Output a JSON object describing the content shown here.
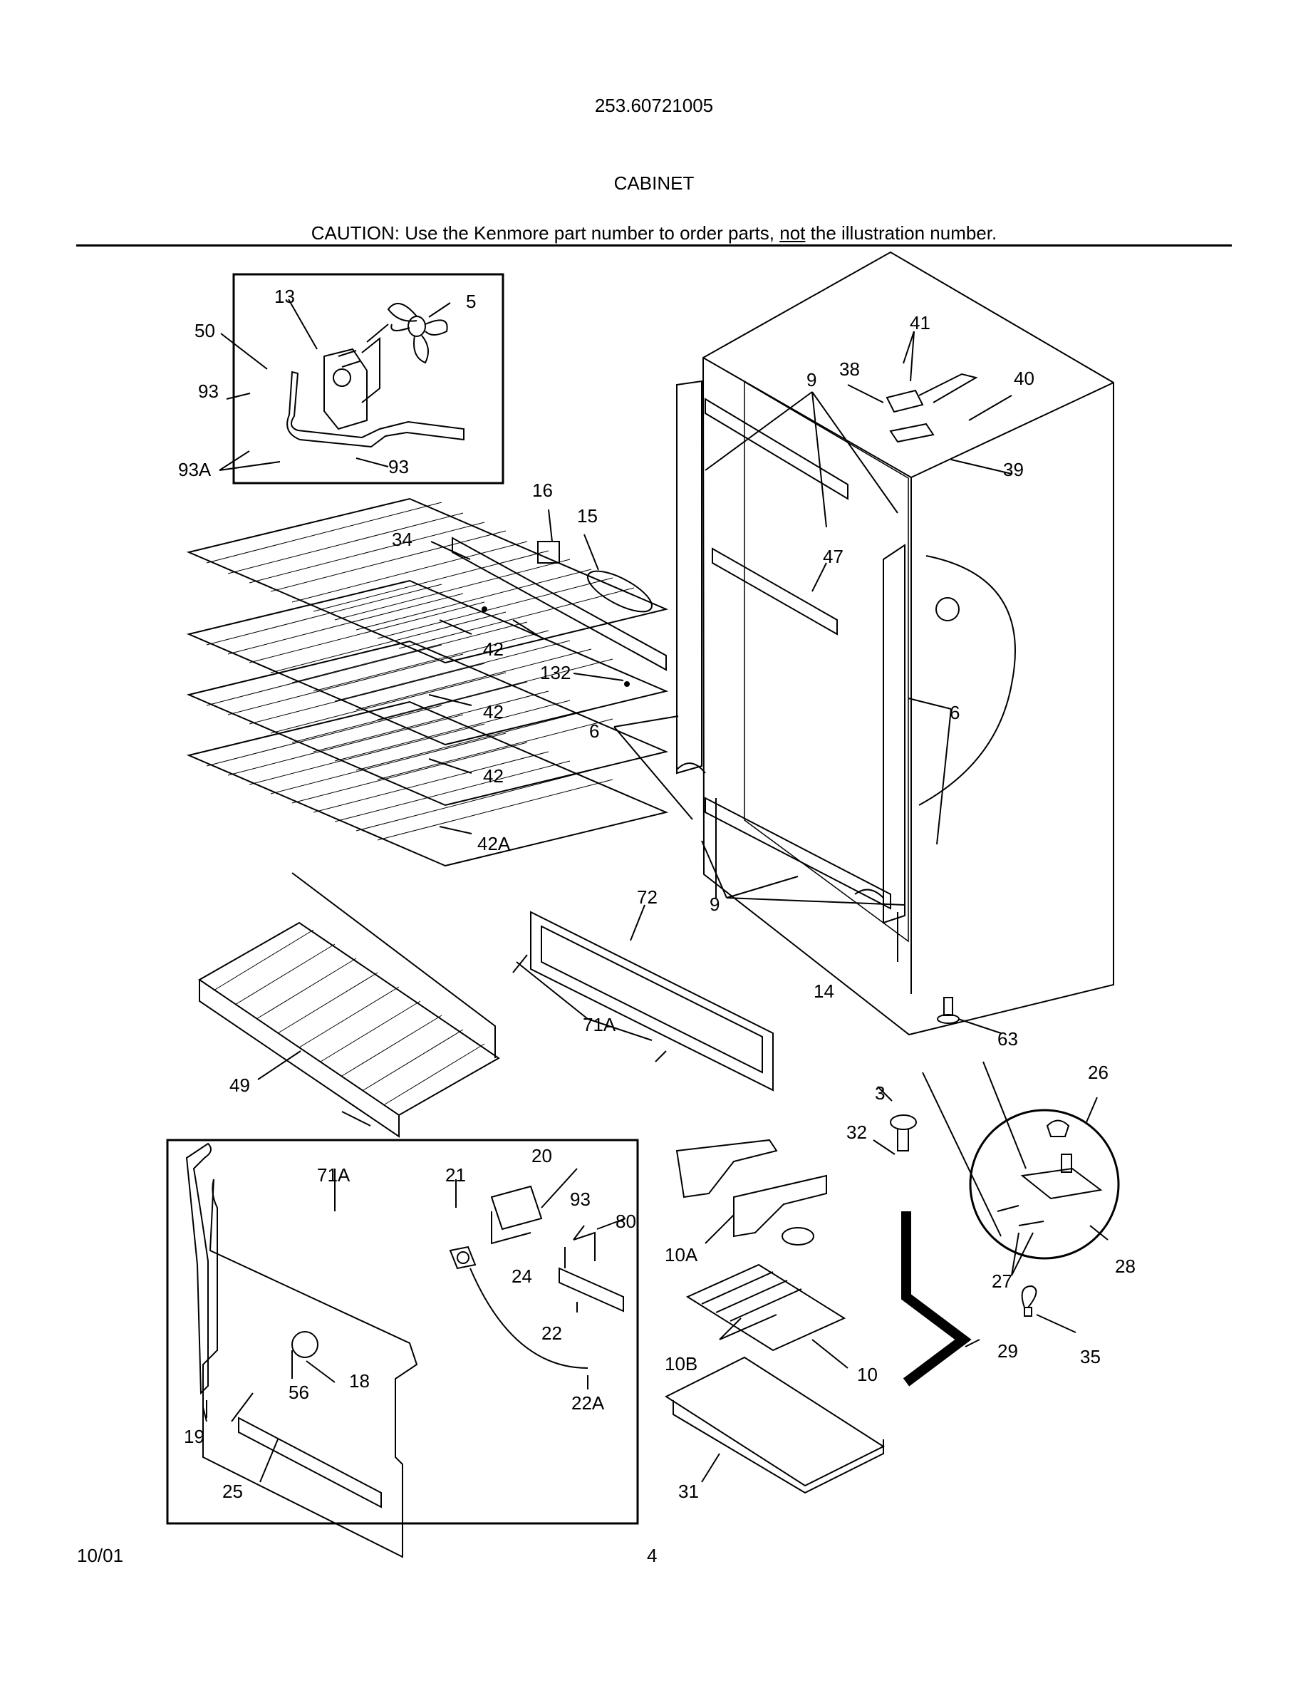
{
  "header": {
    "model_number": "253.60721005",
    "section_title": "CABINET",
    "caution_prefix": "CAUTION: Use the Kenmore part number to order parts, ",
    "caution_emphasis": "not",
    "caution_suffix": " the illustration number."
  },
  "footer": {
    "date": "10/01",
    "page_number": "4"
  },
  "callouts": [
    {
      "id": "c13",
      "label": "13"
    },
    {
      "id": "c5",
      "label": "5"
    },
    {
      "id": "c50",
      "label": "50"
    },
    {
      "id": "c93a",
      "label": "93"
    },
    {
      "id": "c93A1",
      "label": "93A"
    },
    {
      "id": "c93b",
      "label": "93"
    },
    {
      "id": "c41",
      "label": "41"
    },
    {
      "id": "c38",
      "label": "38"
    },
    {
      "id": "c9a",
      "label": "9"
    },
    {
      "id": "c40",
      "label": "40"
    },
    {
      "id": "c39",
      "label": "39"
    },
    {
      "id": "c16",
      "label": "16"
    },
    {
      "id": "c15",
      "label": "15"
    },
    {
      "id": "c34",
      "label": "34"
    },
    {
      "id": "c47",
      "label": "47"
    },
    {
      "id": "c42a",
      "label": "42"
    },
    {
      "id": "c132",
      "label": "132"
    },
    {
      "id": "c42b",
      "label": "42"
    },
    {
      "id": "c6a",
      "label": "6"
    },
    {
      "id": "c6b",
      "label": "6"
    },
    {
      "id": "c42c",
      "label": "42"
    },
    {
      "id": "c42A",
      "label": "42A"
    },
    {
      "id": "c72",
      "label": "72"
    },
    {
      "id": "c9b",
      "label": "9"
    },
    {
      "id": "c14",
      "label": "14"
    },
    {
      "id": "c63",
      "label": "63"
    },
    {
      "id": "c71Aa",
      "label": "71A"
    },
    {
      "id": "c49",
      "label": "49"
    },
    {
      "id": "c26",
      "label": "26"
    },
    {
      "id": "c3",
      "label": "3"
    },
    {
      "id": "c32",
      "label": "32"
    },
    {
      "id": "c71Ab",
      "label": "71A"
    },
    {
      "id": "c21",
      "label": "21"
    },
    {
      "id": "c20",
      "label": "20"
    },
    {
      "id": "c93c",
      "label": "93"
    },
    {
      "id": "c80",
      "label": "80"
    },
    {
      "id": "c10A",
      "label": "10A"
    },
    {
      "id": "c24",
      "label": "24"
    },
    {
      "id": "c28",
      "label": "28"
    },
    {
      "id": "c27",
      "label": "27"
    },
    {
      "id": "c22",
      "label": "22"
    },
    {
      "id": "c29",
      "label": "29"
    },
    {
      "id": "c35",
      "label": "35"
    },
    {
      "id": "c10B",
      "label": "10B"
    },
    {
      "id": "c10",
      "label": "10"
    },
    {
      "id": "c18",
      "label": "18"
    },
    {
      "id": "c56",
      "label": "56"
    },
    {
      "id": "c22A",
      "label": "22A"
    },
    {
      "id": "c19",
      "label": "19"
    },
    {
      "id": "c25",
      "label": "25"
    },
    {
      "id": "c31",
      "label": "31"
    }
  ]
}
